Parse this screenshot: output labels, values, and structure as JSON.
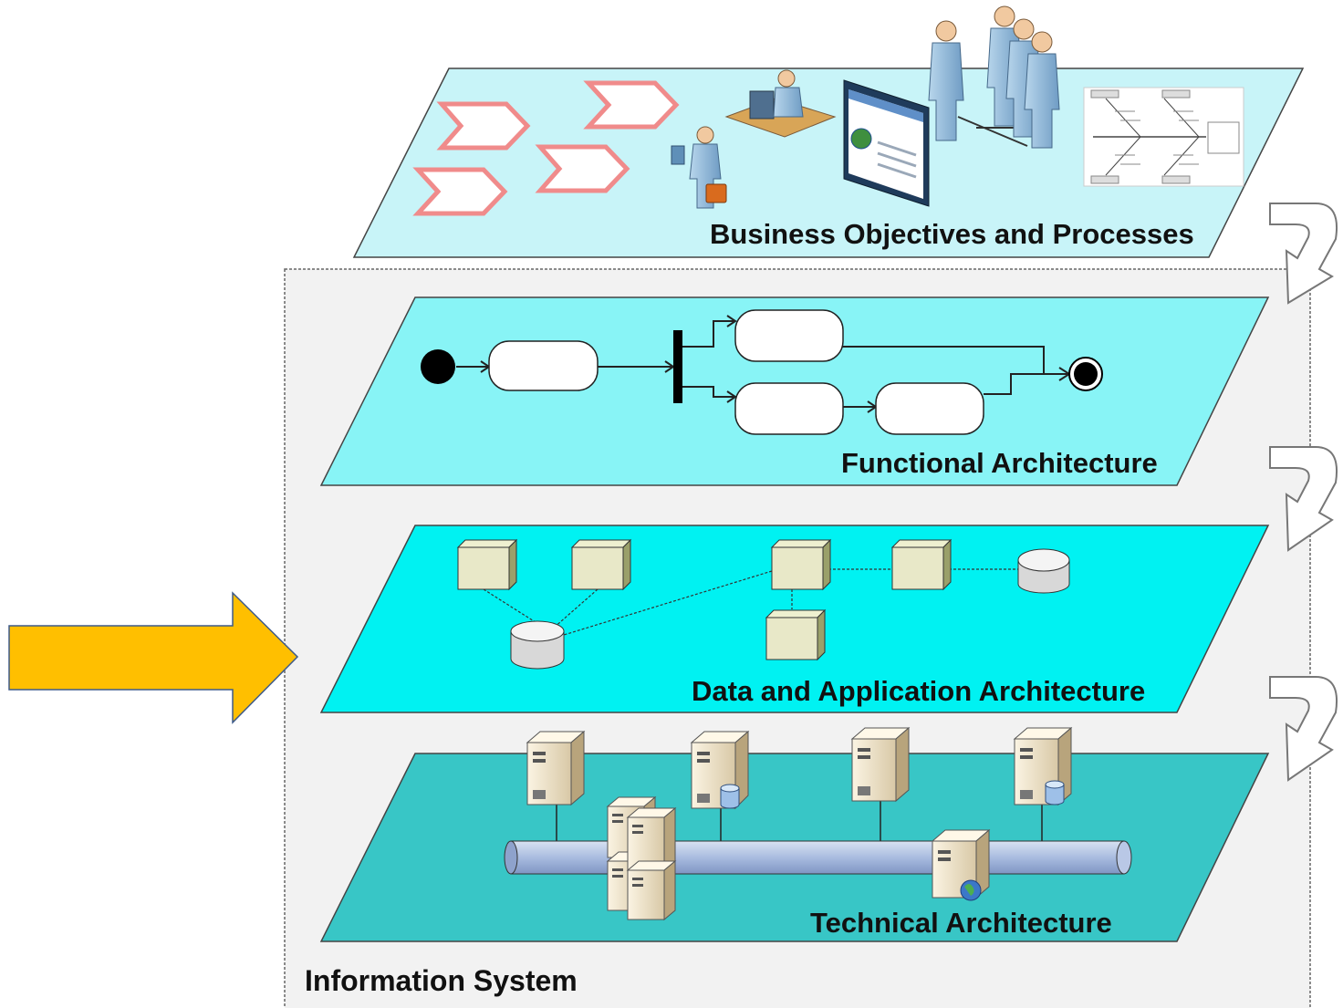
{
  "layers": {
    "business": {
      "label": "Business Objectives  and Processes",
      "color": "#c8f4f8"
    },
    "functional": {
      "label": "Functional Architecture",
      "color": "#88f4f6"
    },
    "data": {
      "label": "Data and Application Architecture",
      "color": "#00f2f2"
    },
    "technical": {
      "label": "Technical Architecture",
      "color": "#38c6c6"
    }
  },
  "container": {
    "label": "Information System",
    "color": "#f2f2f2"
  },
  "pointer_arrow": {
    "color": "#ffbf00",
    "stroke": "#3d5a8a"
  },
  "icons": {
    "pointer": "block-arrow-right-icon",
    "transition": "curved-down-arrow-icon",
    "person": "person-icon",
    "server": "server-icon",
    "database": "database-icon",
    "component": "component-cube-icon",
    "process_step": "chevron-step-icon",
    "screen": "monitor-screen-icon",
    "fishbone": "fishbone-diagram-icon",
    "network_bus": "network-bus-icon"
  }
}
